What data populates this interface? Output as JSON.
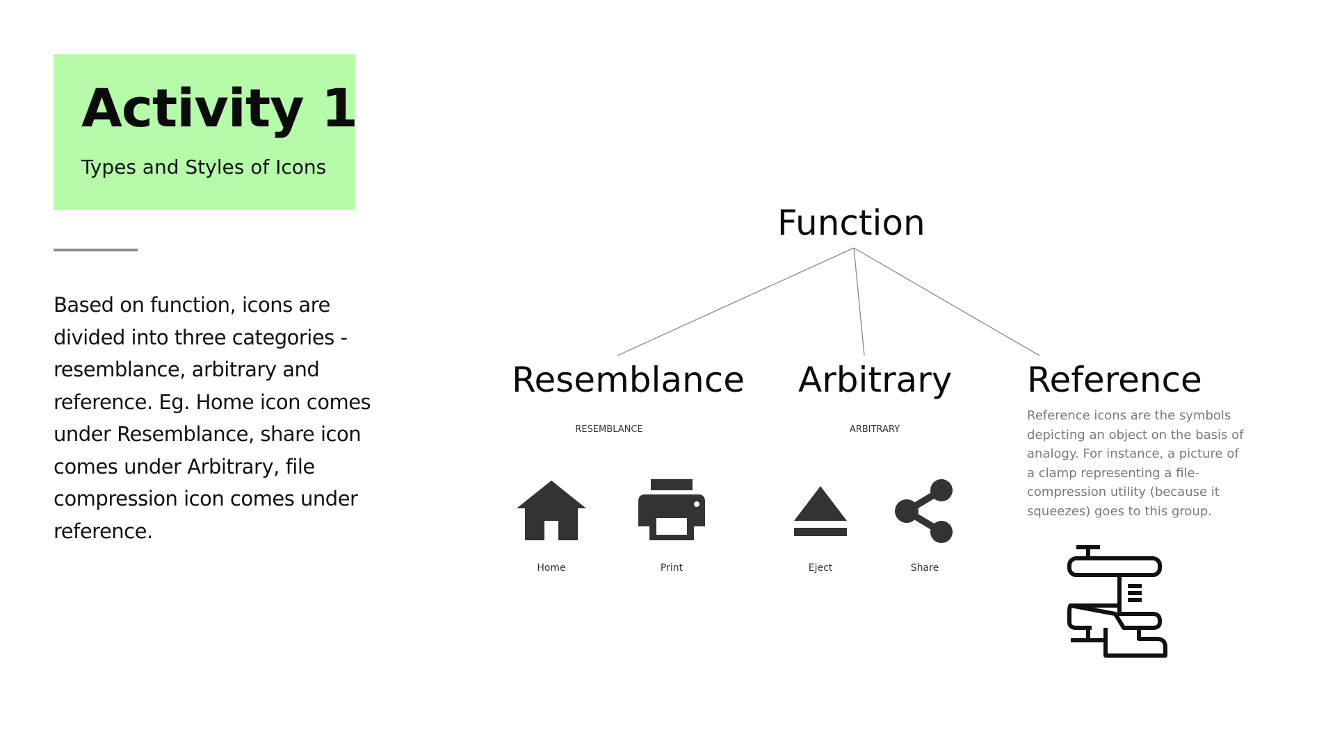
{
  "header": {
    "title": "Activity 1",
    "subtitle": "Types and Styles of Icons"
  },
  "description": "Based on function, icons are divided into three categories - resemblance, arbitrary and reference. Eg. Home icon comes under Resemblance, share icon comes under Arbitrary, file compression icon comes under reference.",
  "diagram": {
    "root": "Function",
    "categories": [
      {
        "heading": "Resemblance",
        "caption": "RESEMBLANCE",
        "icons": [
          {
            "icon": "home-icon",
            "label": "Home"
          },
          {
            "icon": "print-icon",
            "label": "Print"
          }
        ]
      },
      {
        "heading": "Arbitrary",
        "caption": "ARBITRARY",
        "icons": [
          {
            "icon": "eject-icon",
            "label": "Eject"
          },
          {
            "icon": "share-icon",
            "label": "Share"
          }
        ]
      },
      {
        "heading": "Reference",
        "description": "Reference icons are the symbols depicting an object on the basis of analogy. For instance, a picture of a clamp representing a file-compression utility (because it squeezes) goes to this group.",
        "icons": [
          {
            "icon": "clamp-icon"
          }
        ]
      }
    ]
  },
  "colors": {
    "title_box": "#b5fbaa",
    "divider": "#8c8c8c",
    "icon_fill": "#333333",
    "connector": "#888888",
    "reference_text": "#7a7a7a"
  }
}
